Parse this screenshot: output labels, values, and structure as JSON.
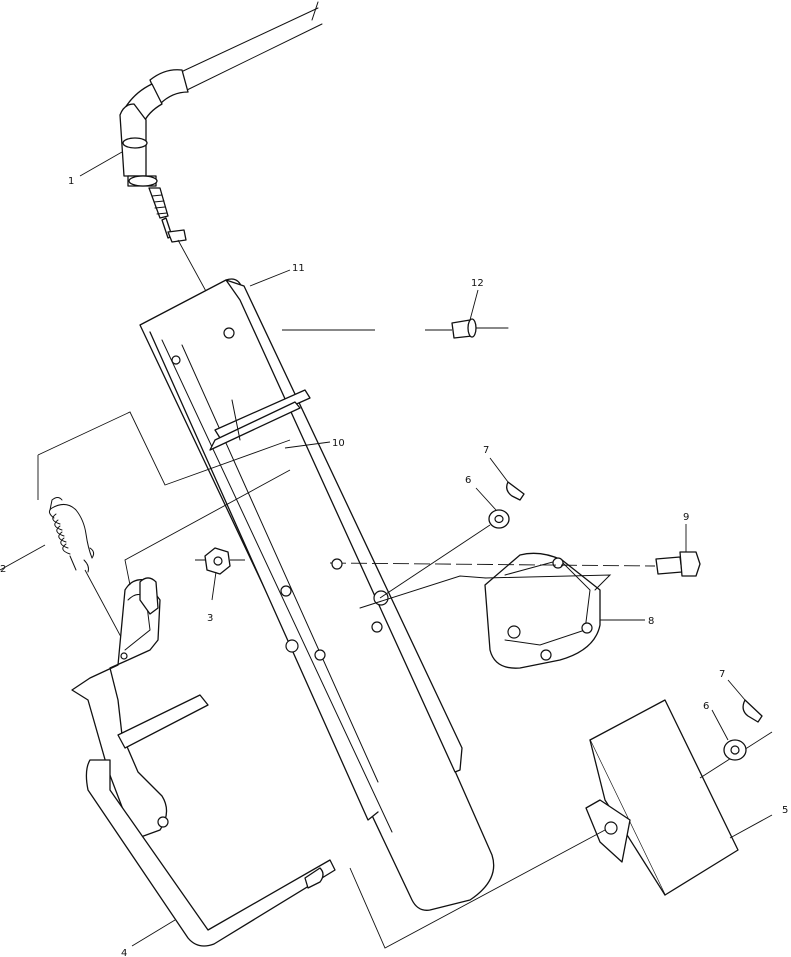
{
  "callouts": [
    {
      "id": "1",
      "text": "1"
    },
    {
      "id": "2",
      "text": "2"
    },
    {
      "id": "3",
      "text": "3"
    },
    {
      "id": "4",
      "text": "4"
    },
    {
      "id": "5",
      "text": "5"
    },
    {
      "id": "6a",
      "text": "6"
    },
    {
      "id": "6b",
      "text": "6"
    },
    {
      "id": "7a",
      "text": "7"
    },
    {
      "id": "7b",
      "text": "7"
    },
    {
      "id": "8",
      "text": "8"
    },
    {
      "id": "9",
      "text": "9"
    },
    {
      "id": "10",
      "text": "10"
    },
    {
      "id": "11",
      "text": "11"
    },
    {
      "id": "12",
      "text": "12"
    }
  ]
}
